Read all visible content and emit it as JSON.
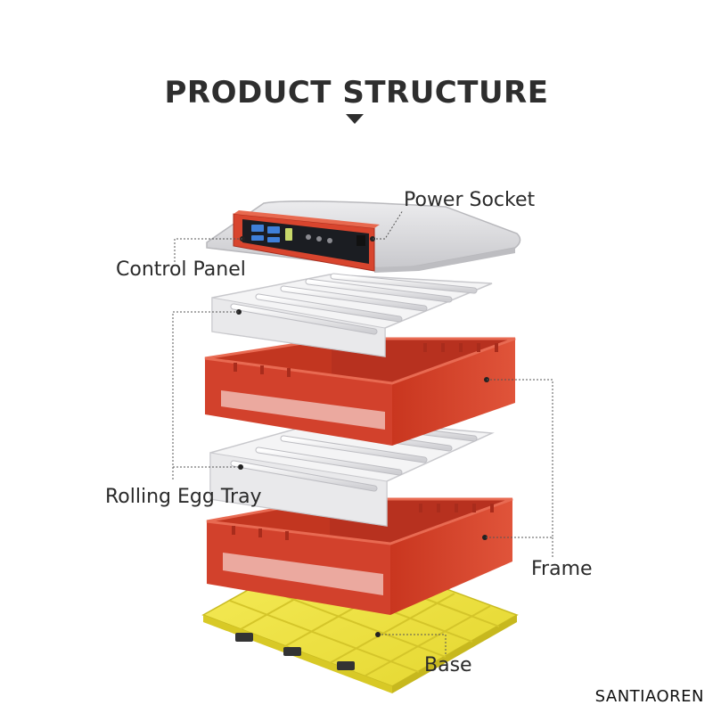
{
  "header": {
    "title": "PRODUCT STRUCTURE"
  },
  "labels": {
    "power_socket": "Power Socket",
    "control_panel": "Control Panel",
    "rolling_egg_tray": "Rolling Egg Tray",
    "frame": "Frame",
    "base": "Base"
  },
  "brand": {
    "watermark": "SANTIAOREN"
  },
  "colors": {
    "frame_red": "#d2412c",
    "frame_red_dark": "#a92c1c",
    "base_yellow": "#f2e542",
    "tray_white": "#f1f1f1",
    "lid_gray": "#d9d9db",
    "panel_red": "#d8452e",
    "display_blue": "#3f7fd8",
    "title_text": "#2e2e2e"
  },
  "icons": {
    "pointer": "caret-down-icon"
  }
}
